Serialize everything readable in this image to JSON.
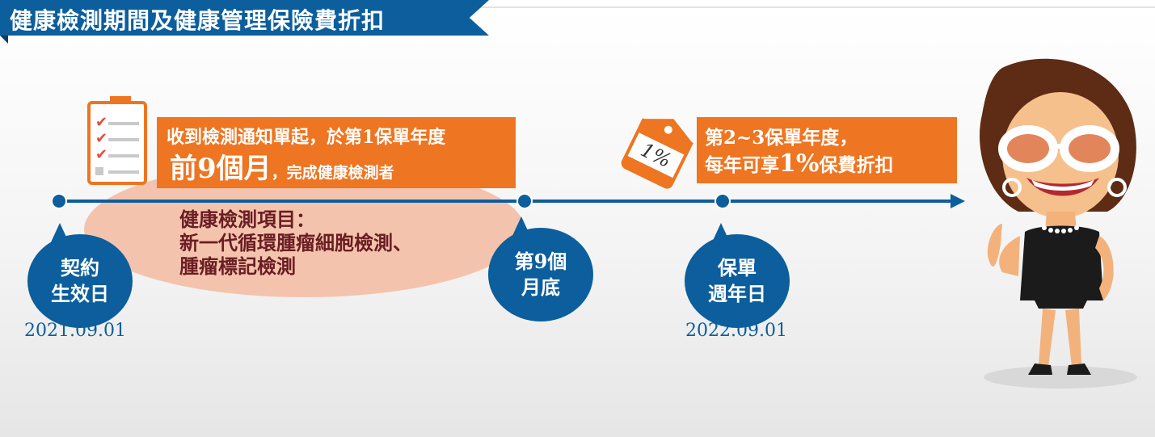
{
  "header": {
    "title": "健康檢測期間及健康管理保險費折扣"
  },
  "step1": {
    "line1": "收到檢測通知單起，於第1保單年度",
    "big": "前9個月",
    "small": "，完成健康檢測者"
  },
  "health_items": {
    "title": "健康檢測項目：",
    "line1": "新一代循環腫瘤細胞檢測、",
    "line2": "腫瘤標記檢測"
  },
  "milestones": [
    {
      "label": "契約\n生效日",
      "date": "2021.09.01"
    },
    {
      "label": "第9個\n月底",
      "date": ""
    },
    {
      "label": "保單\n週年日",
      "date": "2022.09.01"
    }
  ],
  "discount": {
    "tag": "1%",
    "line1": "第2~3保單年度，",
    "line2_prefix": "每年可享",
    "line2_big": "1%",
    "line2_suffix": "保費折扣"
  },
  "colors": {
    "primary_blue": "#0c5e9c",
    "accent_orange": "#ee7521",
    "salmon": "#f4c3ad",
    "dark_red_text": "#6a1d22"
  },
  "icons": [
    "checklist-clipboard-icon",
    "price-tag-icon",
    "woman-illustration"
  ]
}
